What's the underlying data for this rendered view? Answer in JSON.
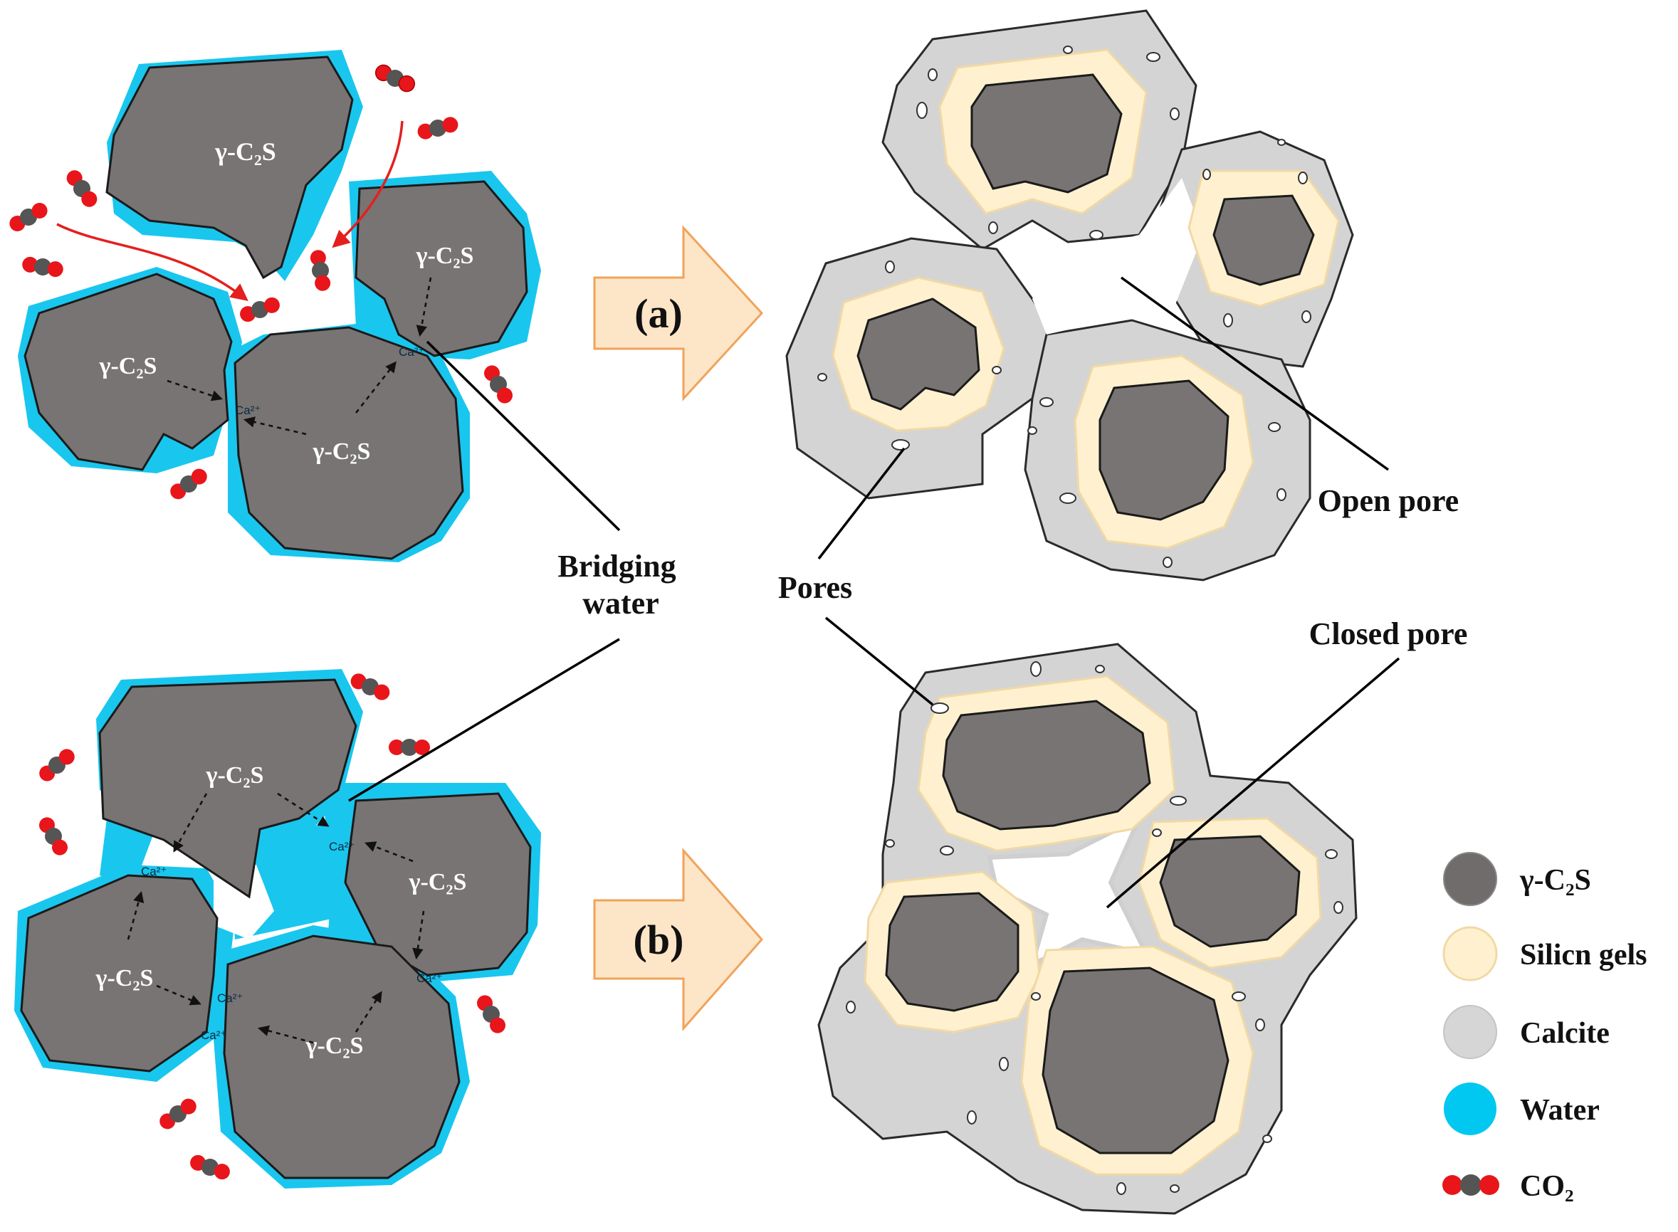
{
  "particle_label": "γ-C₂S",
  "ion_label": "Ca²⁺",
  "labels": {
    "bridging_water_line1": "Bridging",
    "bridging_water_line2": "water",
    "pores": "Pores",
    "open_pore": "Open pore",
    "closed_pore": "Closed pore",
    "arrow_a": "(a)",
    "arrow_b": "(b)"
  },
  "legend": [
    {
      "name": "γ-C₂S",
      "color": "#6f6c6b"
    },
    {
      "name": "Silicn gels",
      "color": "#fff1cf"
    },
    {
      "name": "Calcite",
      "color": "#d6d6d6"
    },
    {
      "name": "Water",
      "color": "#00c8f0"
    },
    {
      "name": "CO₂",
      "color": "#e8151b"
    }
  ],
  "colors": {
    "grain": "#777473",
    "water": "#19c6ee",
    "silica_gel": "#fff1cf",
    "calcite": "#d4d4d4",
    "co2_oxygen": "#e8151b",
    "co2_carbon": "#555555",
    "arrow_fill": "#fde6c8",
    "arrow_stroke": "#f0a35a",
    "flow_arrow": "#e3201e"
  }
}
